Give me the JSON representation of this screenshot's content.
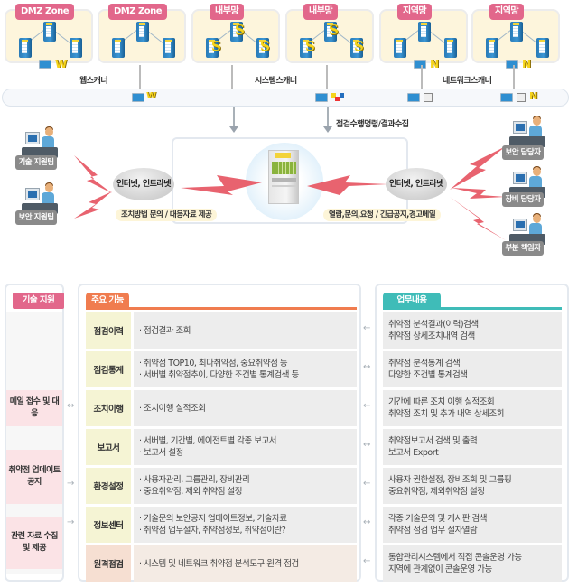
{
  "zones": [
    {
      "label": "DMZ Zone",
      "marker": "W",
      "kind": "dmz"
    },
    {
      "label": "DMZ Zone",
      "marker": "",
      "kind": "dmz"
    },
    {
      "label": "내부망",
      "marker": "S",
      "kind": "internal"
    },
    {
      "label": "내부망",
      "marker": "S",
      "kind": "internal"
    },
    {
      "label": "지역망",
      "marker": "N",
      "kind": "regional"
    },
    {
      "label": "지역망",
      "marker": "N",
      "kind": "regional"
    }
  ],
  "scanners": {
    "web": "웹스캐너",
    "system": "시스템스캐너",
    "network": "네트워크스캐너"
  },
  "bus_markers": {
    "w": "W",
    "n": "N"
  },
  "command_label": "점검수행명령/결과수집",
  "left_group": {
    "cloud_label": "인터넷, 인트라넷",
    "note": "조치방법 문의 / 대응자료 제공",
    "roles": [
      "기술 지원팀",
      "보안 지원팀"
    ]
  },
  "right_group": {
    "cloud_label": "인터넷, 인트라넷",
    "note": "열람,문의,요청 / 긴급공지,경고메일",
    "roles": [
      "보안 담당자",
      "장비 담당자",
      "부분 책임자"
    ]
  },
  "tech_support": {
    "title": "기술 지원",
    "items": [
      "메일 접수 및 대응",
      "취약점 업데이트 공지",
      "관련 자료 수집 및 제공"
    ]
  },
  "main_functions": {
    "title": "주요 기능",
    "rows": [
      {
        "label": "점검이력",
        "lines": [
          "· 점검결과 조회"
        ]
      },
      {
        "label": "점검통계",
        "lines": [
          "· 취약점 TOP10, 최다취약점, 중요취약점 등",
          "· 서버별 취약점추이, 다양한 조건별 통계검색 등"
        ]
      },
      {
        "label": "조치이행",
        "lines": [
          "· 조치이행 실적조회"
        ]
      },
      {
        "label": "보고서",
        "lines": [
          "· 서버별, 기간별, 에이전트별 각종 보고서",
          "· 보고서 설정"
        ]
      },
      {
        "label": "환경설정",
        "lines": [
          "· 사용자관리, 그룹관리, 장비관리",
          "· 중요취약점, 제외 취약점 설정"
        ]
      },
      {
        "label": "정보센터",
        "lines": [
          "· 기술문의 보안공지 업데이트정보, 기술자료",
          "· 취약점 업무절차, 취약점정보, 취약점이란?"
        ]
      },
      {
        "label": "원격점검",
        "lines": [
          "· 시스템 및 네트워크 취약점 분석도구 원격 점검"
        ]
      }
    ]
  },
  "work_content": {
    "title": "업무내용",
    "rows": [
      {
        "lines": [
          "취약점 분석결과(이력)검색",
          "취약점 상세조치내역 검색"
        ]
      },
      {
        "lines": [
          "취약점 분석통계 검색",
          "다양한 조건별 통계검색"
        ]
      },
      {
        "lines": [
          "기간에 따른 조치 이행 실적조회",
          "취약점 조치 및 추가 내역 상세조회"
        ]
      },
      {
        "lines": [
          "취약점보고서 검색 및 출력",
          "보고서 Export"
        ]
      },
      {
        "lines": [
          "사용자 권한설정, 장비조회 및 그룹핑",
          "중요취약점, 제외취약점 설정"
        ]
      },
      {
        "lines": [
          "각종 기술문의 및 게시판 검색",
          "취약점 점검 업무 절차열람"
        ]
      },
      {
        "lines": [
          "통합관리시스템에서 직접 콘솔운영 가능",
          "지역에 관계없이 콘솔운영 가능"
        ]
      }
    ]
  },
  "connectors": {
    "left_mid": [
      "",
      "",
      "↔",
      "",
      "→",
      "→",
      ""
    ],
    "mid_right": [
      "←",
      "↔",
      "←",
      "↔",
      "←",
      "↔",
      "←"
    ]
  },
  "colors": {
    "zone_tag": "#e2678b",
    "orange_tab": "#f07c4f",
    "teal_tab": "#3fbcb8",
    "bolt": "#e8636f"
  }
}
